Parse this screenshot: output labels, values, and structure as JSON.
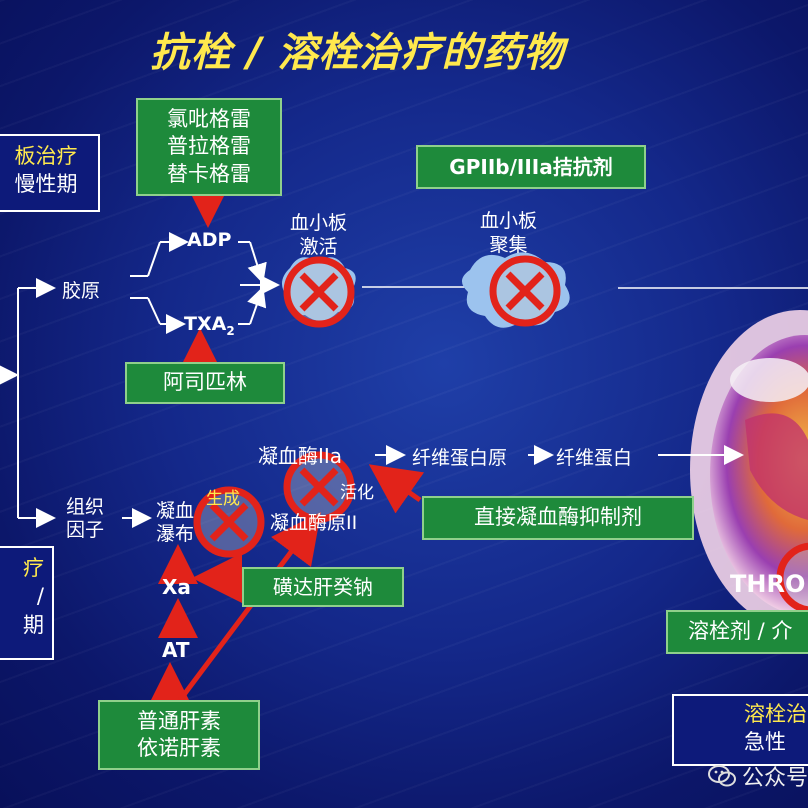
{
  "title": "抗栓 / 溶栓治疗的药物",
  "drugs": {
    "adp_inhibitors": [
      "氯吡格雷",
      "普拉格雷",
      "替卡格雷"
    ],
    "gp_antagonist": "GPIIb/IIIa拮抗剂",
    "aspirin": "阿司匹林",
    "direct_thrombin_inhibitor": "直接凝血酶抑制剂",
    "fondaparinux": "磺达肝癸钠",
    "heparins": [
      "普通肝素",
      "依诺肝素"
    ]
  },
  "nodes": {
    "adp": "ADP",
    "txa": "TXA",
    "txa_sub": "2",
    "activation": [
      "血小板",
      "激活"
    ],
    "aggregation": [
      "血小板",
      "聚集"
    ],
    "collagen": "胶原",
    "tissue_factor": [
      "组织",
      "因子"
    ],
    "cascade": [
      "凝血",
      "瀑布"
    ],
    "generate": "生成",
    "thrombin": "凝血酶IIa",
    "activate_suffix": "活化",
    "prothrombin": "凝血酶原II",
    "fibrinogen": "纤维蛋白原",
    "fibrin": "纤维蛋白",
    "xa": "Xa",
    "at": "AT",
    "thrombus": "THRO"
  },
  "left_boxes": {
    "top": [
      "板治疗",
      "慢性期"
    ],
    "bottom": [
      "疗",
      "/",
      "期"
    ]
  },
  "right_boxes": {
    "thrombolytic": "溶栓剂 / 介",
    "lower": [
      "溶栓治",
      "急性"
    ]
  },
  "watermark": "公众号"
}
